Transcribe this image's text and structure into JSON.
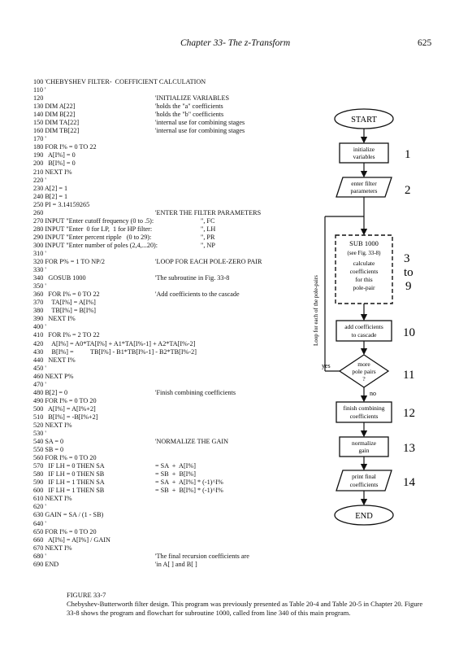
{
  "header": {
    "chapter_title": "Chapter 33- The z-Transform",
    "page_number": "625"
  },
  "program": [
    [
      "100 'CHEBYSHEV FILTER-  COEFFICIENT CALCULATION",
      "",
      "",
      ""
    ],
    [
      "110 '",
      "",
      "",
      ""
    ],
    [
      "120",
      "'INITIALIZE VARIABLES",
      "",
      ""
    ],
    [
      "130 DIM A[22]",
      "'holds the \"a\" coefficients",
      "",
      ""
    ],
    [
      "140 DIM B[22]",
      "'holds the \"b\" coefficients",
      "",
      ""
    ],
    [
      "150 DIM TA[22]",
      "'internal use for combining stages",
      "",
      ""
    ],
    [
      "160 DIM TB[22]",
      "'internal use for combining stages",
      "",
      ""
    ],
    [
      "170 '",
      "",
      "",
      ""
    ],
    [
      "180 FOR I% = 0 TO 22",
      "",
      "",
      ""
    ],
    [
      "190   A[I%] = 0",
      "",
      "",
      ""
    ],
    [
      "200   B[I%] = 0",
      "",
      "",
      ""
    ],
    [
      "210 NEXT I%",
      "",
      "",
      ""
    ],
    [
      "220 '",
      "",
      "",
      ""
    ],
    [
      "230 A[2] = 1",
      "",
      "",
      ""
    ],
    [
      "240 B[2] = 1",
      "",
      "",
      ""
    ],
    [
      "250 PI = 3.14159265",
      "",
      "",
      ""
    ],
    [
      "260",
      "'ENTER THE FILTER PARAMETERS",
      "",
      ""
    ],
    [
      "270 INPUT \"Enter cutoff frequency (0 to .5):",
      "",
      "\", FC",
      ""
    ],
    [
      "280 INPUT \"Enter  0 for LP,  1 for HP filter:",
      "",
      "\", LH",
      ""
    ],
    [
      "290 INPUT \"Enter percent ripple   (0 to 29):",
      "",
      "\", PR",
      ""
    ],
    [
      "300 INPUT \"Enter number of poles (2,4,...20):",
      "",
      "\", NP",
      ""
    ],
    [
      "310 '",
      "",
      "",
      ""
    ],
    [
      "320 FOR P% = 1 TO NP/2",
      "'LOOP FOR EACH POLE-ZERO PAIR",
      "",
      ""
    ],
    [
      "330 '",
      "",
      "",
      ""
    ],
    [
      "340   GOSUB 1000",
      "'The subroutine in Fig. 33-8",
      "",
      ""
    ],
    [
      "350 '",
      "",
      "",
      ""
    ],
    [
      "360   FOR I% = 0 TO 22",
      "'Add coefficients to the cascade",
      "",
      ""
    ],
    [
      "370     TA[I%] = A[I%]",
      "",
      "",
      ""
    ],
    [
      "380     TB[I%] = B[I%]",
      "",
      "",
      ""
    ],
    [
      "390   NEXT I%",
      "",
      "",
      ""
    ],
    [
      "400 '",
      "",
      "",
      ""
    ],
    [
      "410   FOR I% = 2 TO 22",
      "",
      "",
      ""
    ],
    [
      "420     A[I%] = A0*TA[I%] + A1*TA[I%-1] + A2*TA[I%-2]",
      "",
      "",
      ""
    ],
    [
      "430     B[I%] =          TB[I%] - B1*TB[I%-1] - B2*TB[I%-2]",
      "",
      "",
      ""
    ],
    [
      "440   NEXT I%",
      "",
      "",
      ""
    ],
    [
      "450 '",
      "",
      "",
      ""
    ],
    [
      "460 NEXT P%",
      "",
      "",
      ""
    ],
    [
      "470 '",
      "",
      "",
      ""
    ],
    [
      "480 B[2] = 0",
      "'Finish combining coefficients",
      "",
      ""
    ],
    [
      "490 FOR I% = 0 TO 20",
      "",
      "",
      ""
    ],
    [
      "500   A[I%] = A[I%+2]",
      "",
      "",
      ""
    ],
    [
      "510   B[I%] = -B[I%+2]",
      "",
      "",
      ""
    ],
    [
      "520 NEXT I%",
      "",
      "",
      ""
    ],
    [
      "530 '",
      "",
      "",
      ""
    ],
    [
      "540 SA = 0",
      "'NORMALIZE THE GAIN",
      "",
      ""
    ],
    [
      "550 SB = 0",
      "",
      "",
      ""
    ],
    [
      "560 FOR I% = 0 TO 20",
      "",
      "",
      ""
    ],
    [
      "570   IF LH = 0 THEN SA",
      "= SA  +  A[I%]",
      "",
      ""
    ],
    [
      "580   IF LH = 0 THEN SB",
      "= SB  +  B[I%]",
      "",
      ""
    ],
    [
      "590   IF LH = 1 THEN SA",
      "= SA  +  A[I%] * (-1)^I%",
      "",
      ""
    ],
    [
      "600   IF LH = 1 THEN SB",
      "= SB  +  B[I%] * (-1)^I%",
      "",
      ""
    ],
    [
      "610 NEXT I%",
      "",
      "",
      ""
    ],
    [
      "620 '",
      "",
      "",
      ""
    ],
    [
      "630 GAIN = SA / (1 - SB)",
      "",
      "",
      ""
    ],
    [
      "640 '",
      "",
      "",
      ""
    ],
    [
      "650 FOR I% = 0 TO 20",
      "",
      "",
      ""
    ],
    [
      "660   A[I%] = A[I%] / GAIN",
      "",
      "",
      ""
    ],
    [
      "670 NEXT I%",
      "",
      "",
      ""
    ],
    [
      "680 '",
      "'The final recursion coefficients are",
      "",
      ""
    ],
    [
      "690 END",
      "'in A[ ] and B[ ]",
      "",
      ""
    ]
  ],
  "flowchart": {
    "start": "START",
    "end": "END",
    "loop_label": "Loop for each of the pole-pairs",
    "yes_label": "yes",
    "no_label": "no",
    "steps": [
      {
        "lines": [
          "initialize",
          "variables"
        ],
        "number": "1"
      },
      {
        "lines": [
          "enter filter",
          "parameters"
        ],
        "number": "2"
      },
      {
        "lines": [
          "SUB 1000",
          "(see Fig. 33-8)",
          "calculate",
          "coefficients",
          "for this",
          "pole-pair"
        ],
        "number_lines": [
          "3",
          "to",
          "9"
        ]
      },
      {
        "lines": [
          "add coefficients",
          "to cascade"
        ],
        "number": "10"
      },
      {
        "lines": [
          "more",
          "pole pairs",
          "?"
        ],
        "number": "11"
      },
      {
        "lines": [
          "finish combining",
          "coefficients"
        ],
        "number": "12"
      },
      {
        "lines": [
          "normalize",
          "gain"
        ],
        "number": "13"
      },
      {
        "lines": [
          "print final",
          "coefficients"
        ],
        "number": "14"
      }
    ]
  },
  "caption": {
    "title": "FIGURE 33-7",
    "text": "Chebyshev-Butterworth filter design. This program was previously presented as Table 20-4 and Table 20-5 in Chapter 20.  Figure 33-8 shows the program and flowchart for subroutine 1000, called from line 340 of this main program."
  }
}
